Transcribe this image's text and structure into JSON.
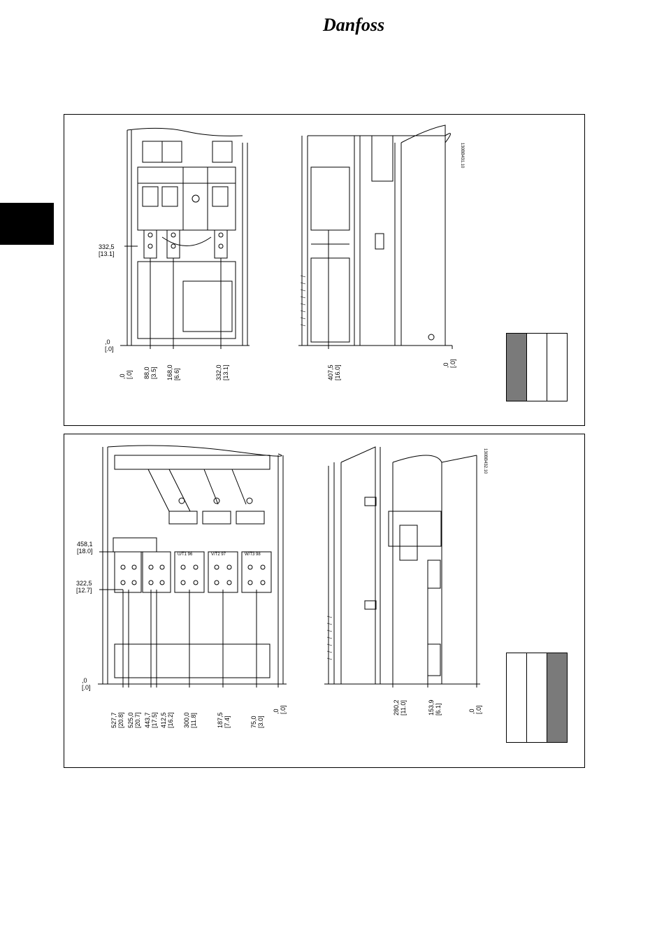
{
  "logo": {
    "text": "Danfoss"
  },
  "top_figure": {
    "code": "130BB431.10",
    "front_dims_left": [
      {
        "value": "332,5",
        "inch": "[13.1]"
      },
      {
        "value": ",0",
        "inch": "[.0]"
      }
    ],
    "front_dims_bottom": [
      {
        "value": ",0",
        "inch": "[.0]"
      },
      {
        "value": "88,0",
        "inch": "[3.5]"
      },
      {
        "value": "168,0",
        "inch": "[6.6]"
      },
      {
        "value": "332,0",
        "inch": "[13.1]"
      }
    ],
    "side_dims_bottom": [
      {
        "value": "407,5",
        "inch": "[16.0]"
      },
      {
        "value": ",0",
        "inch": "[.0]"
      }
    ],
    "legend_highlight": [
      1,
      0,
      0
    ]
  },
  "bottom_figure": {
    "code": "130BB432.10",
    "front_dims_left": [
      {
        "value": "458,1",
        "inch": "[18.0]"
      },
      {
        "value": "322,5",
        "inch": "[12.7]"
      },
      {
        "value": ",0",
        "inch": "[.0]"
      }
    ],
    "front_dims_bottom": [
      {
        "value": "527,7",
        "inch": "[20.8]"
      },
      {
        "value": "525,0",
        "inch": "[20.7]"
      },
      {
        "value": "443,7",
        "inch": "[17.5]"
      },
      {
        "value": "412,5",
        "inch": "[16.2]"
      },
      {
        "value": "300,0",
        "inch": "[11.8]"
      },
      {
        "value": "187,5",
        "inch": "[7.4]"
      },
      {
        "value": "75,0",
        "inch": "[3.0]"
      },
      {
        "value": ",0",
        "inch": "[.0]"
      }
    ],
    "terminal_labels": [
      "U/T1 96",
      "V/T2 97",
      "W/T3 98"
    ],
    "side_dims_bottom": [
      {
        "value": "280,2",
        "inch": "[11.0]"
      },
      {
        "value": "153,9",
        "inch": "[6.1]"
      },
      {
        "value": ",0",
        "inch": "[.0]"
      }
    ],
    "legend_highlight": [
      0,
      0,
      1
    ]
  }
}
